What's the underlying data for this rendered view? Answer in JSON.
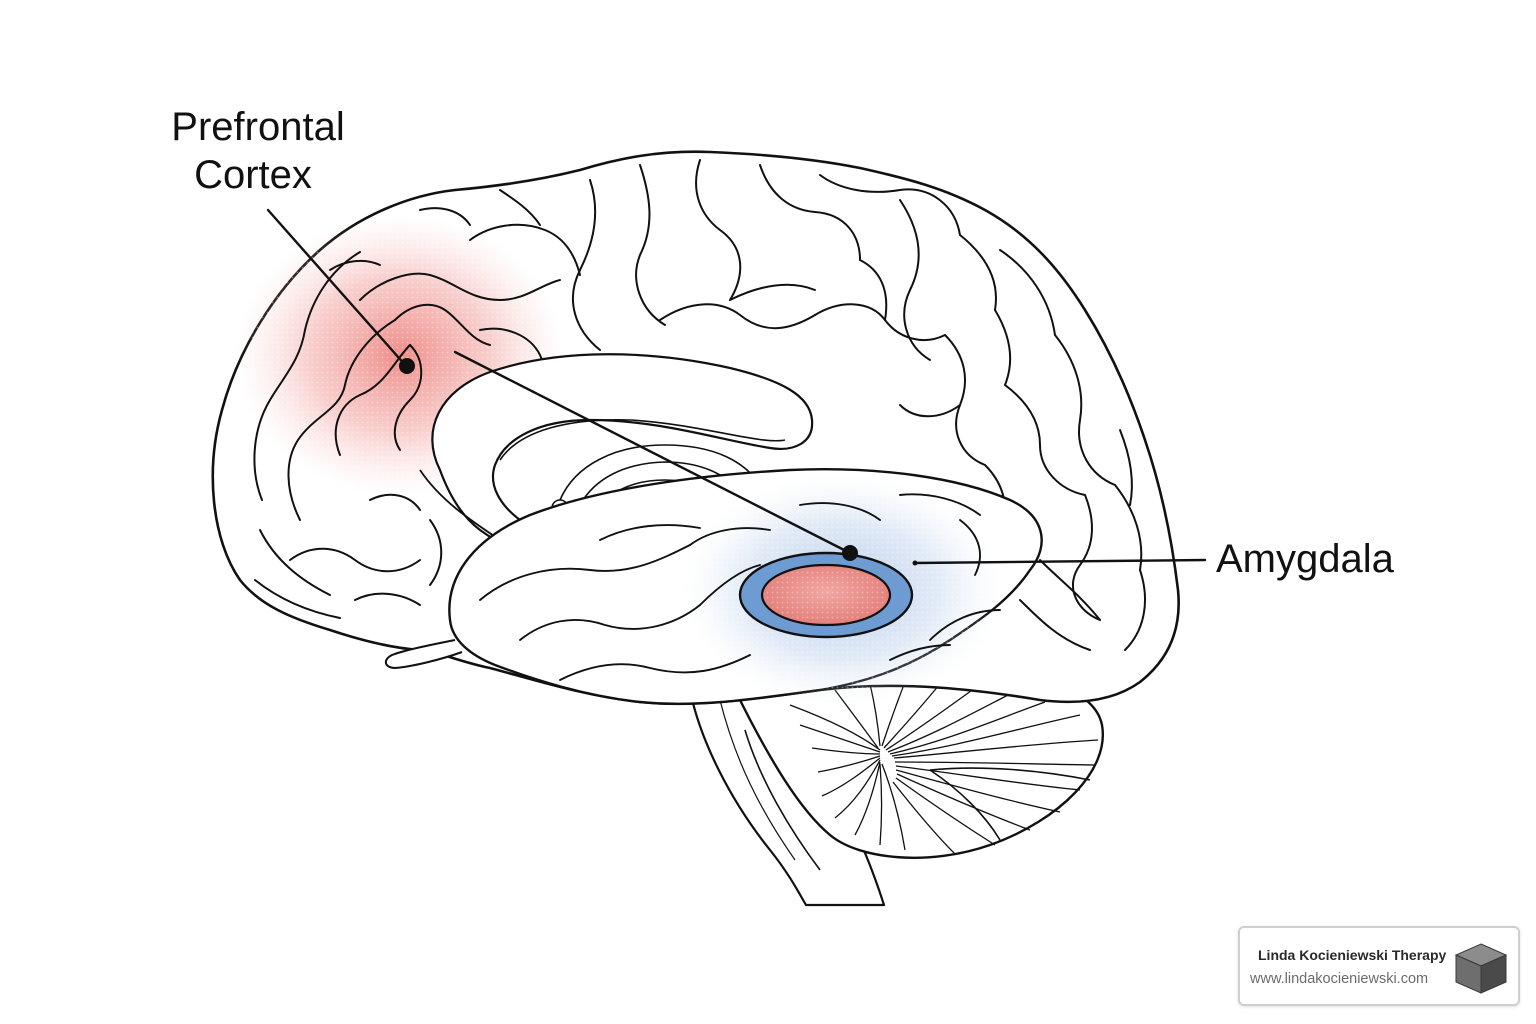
{
  "labels": {
    "prefrontal_line1": "Prefrontal",
    "prefrontal_line2": "Cortex",
    "amygdala": "Amygdala"
  },
  "badge": {
    "name": "Linda Kocieniewski Therapy",
    "url": "www.lindakocieniewski.com",
    "icon": "cube-icon"
  },
  "colors": {
    "prefrontal_highlight": "#e8605a",
    "amygdala_glow": "#7fa6d9",
    "amygdala_ring": "#4f7fc2",
    "amygdala_core": "#e98a86",
    "outline": "#111111"
  }
}
